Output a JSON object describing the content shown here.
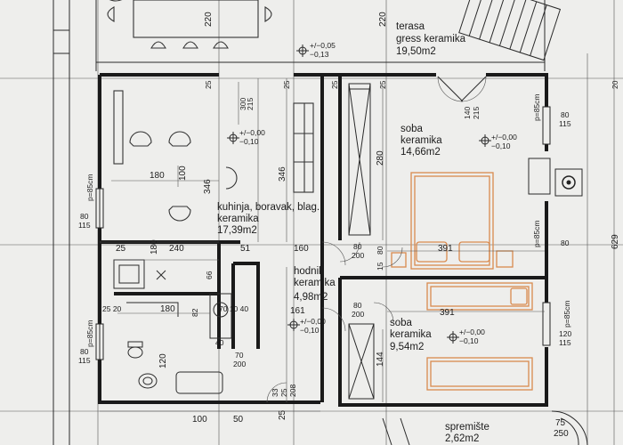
{
  "rooms": {
    "terrace": {
      "name": "terasa",
      "floor": "gress keramika",
      "area": "19,50m2"
    },
    "bedroom1": {
      "name": "soba",
      "floor": "keramika",
      "area": "14,66m2"
    },
    "kitchen": {
      "name": "kuhinja, boravak, blag.",
      "floor": "keramika",
      "area": "17,39m2"
    },
    "hallway": {
      "name": "hodnik",
      "floor": "keramika",
      "area": "4,98m2"
    },
    "bedroom2": {
      "name": "soba",
      "floor": "keramika",
      "area": "9,54m2"
    },
    "storage": {
      "name": "spremište",
      "area": "2,62m2"
    }
  },
  "levels": {
    "terrace": {
      "top": "+/−0,05",
      "bottom": "−0,13"
    },
    "kitchen": {
      "top": "+/−0,00",
      "bottom": "−0,10"
    },
    "bedroom1": {
      "top": "+/−0,00",
      "bottom": "−0,10"
    },
    "hallway": {
      "top": "+/−0,00",
      "bottom": "−0,10"
    },
    "bedroom2": {
      "top": "+/−0,00",
      "bottom": "−0,10"
    }
  },
  "dimensions": {
    "d220a": "220",
    "d220b": "220",
    "d25a": "25",
    "d25b": "25",
    "d25c": "25",
    "d25d": "25",
    "d300": "300",
    "d215a": "215",
    "d346a": "346",
    "d346b": "346",
    "d180a": "180",
    "d100a": "100",
    "d280": "280",
    "d140": "140",
    "d215b": "215",
    "p85a": "p=85cm",
    "d80a": "80",
    "d115a": "115",
    "p85b": "p=85cm",
    "d80b": "80",
    "d115b": "115",
    "d25e": "25",
    "d180b": "180",
    "d240": "240",
    "d51": "51",
    "d160": "160",
    "d80c": "80",
    "d200a": "200",
    "d80d": "80",
    "d391a": "391",
    "p85c": "p=85cm",
    "d80e": "80",
    "d15": "15",
    "d161": "161",
    "d80f": "80",
    "d200b": "200",
    "d391b": "391",
    "d66": "66",
    "d2520": "25 20",
    "d180c": "180",
    "d82": "82",
    "d7010": "70 10 40",
    "d40": "40",
    "p85d": "p=85cm",
    "d80g": "80",
    "d115c": "115",
    "d120a": "120",
    "d70": "70",
    "d200c": "200",
    "p85e": "p=85cm",
    "d120b": "120",
    "d115d": "115",
    "d144": "144",
    "d33": "33",
    "d25f": "25",
    "d208": "208",
    "d100b": "100",
    "d50": "50",
    "d25g": "25",
    "d75": "75",
    "d250": "250",
    "d629": "629",
    "d20": "20"
  }
}
